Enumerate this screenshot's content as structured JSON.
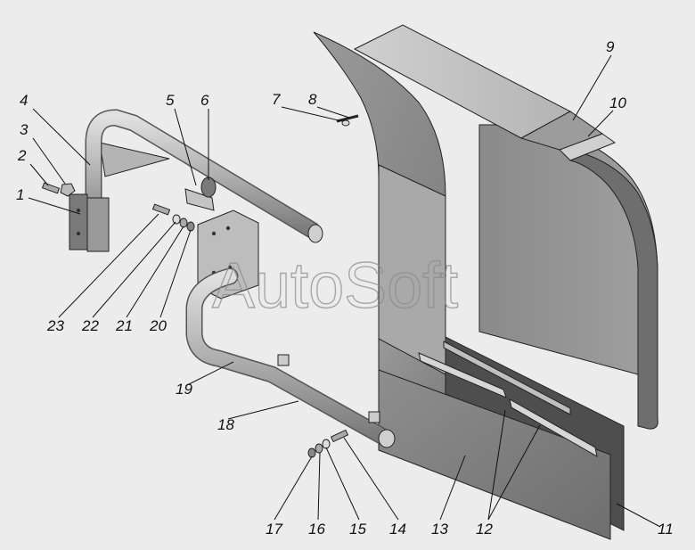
{
  "watermark": "AutoSoft",
  "callouts": {
    "c1": "1",
    "c2": "2",
    "c3": "3",
    "c4": "4",
    "c5": "5",
    "c6": "6",
    "c7": "7",
    "c8": "8",
    "c9": "9",
    "c10": "10",
    "c11": "11",
    "c12": "12",
    "c13": "13",
    "c14": "14",
    "c15": "15",
    "c16": "16",
    "c17": "17",
    "c18": "18",
    "c19": "19",
    "c20": "20",
    "c21": "21",
    "c22": "22",
    "c23": "23"
  },
  "colors": {
    "background": "#ececec",
    "panel_dark": "#8c8c8c",
    "panel_mid": "#a8a8a8",
    "panel_light": "#c8c8c8",
    "metal": "#bdbdbd"
  }
}
